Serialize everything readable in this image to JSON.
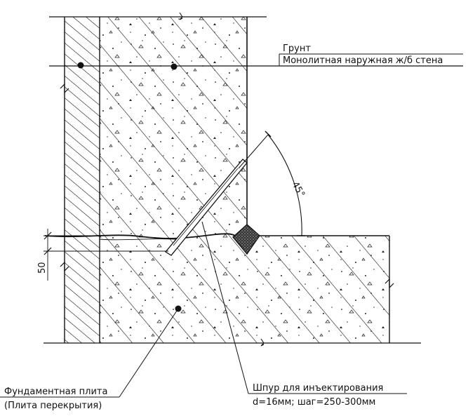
{
  "labels": {
    "soil": "Грунт",
    "wall": "Монолитная наружная ж/б стена",
    "angle": "45°",
    "dimension": "50",
    "slab_line1": "Фундаментная плита",
    "slab_line2": "(Плита перекрытия)",
    "bore_line1": "Шпур для инъектирования",
    "bore_line2": "d=16мм; шаг=250-300мм"
  },
  "colors": {
    "ink": "#111111",
    "paper": "#ffffff",
    "sealant": "#333333"
  }
}
